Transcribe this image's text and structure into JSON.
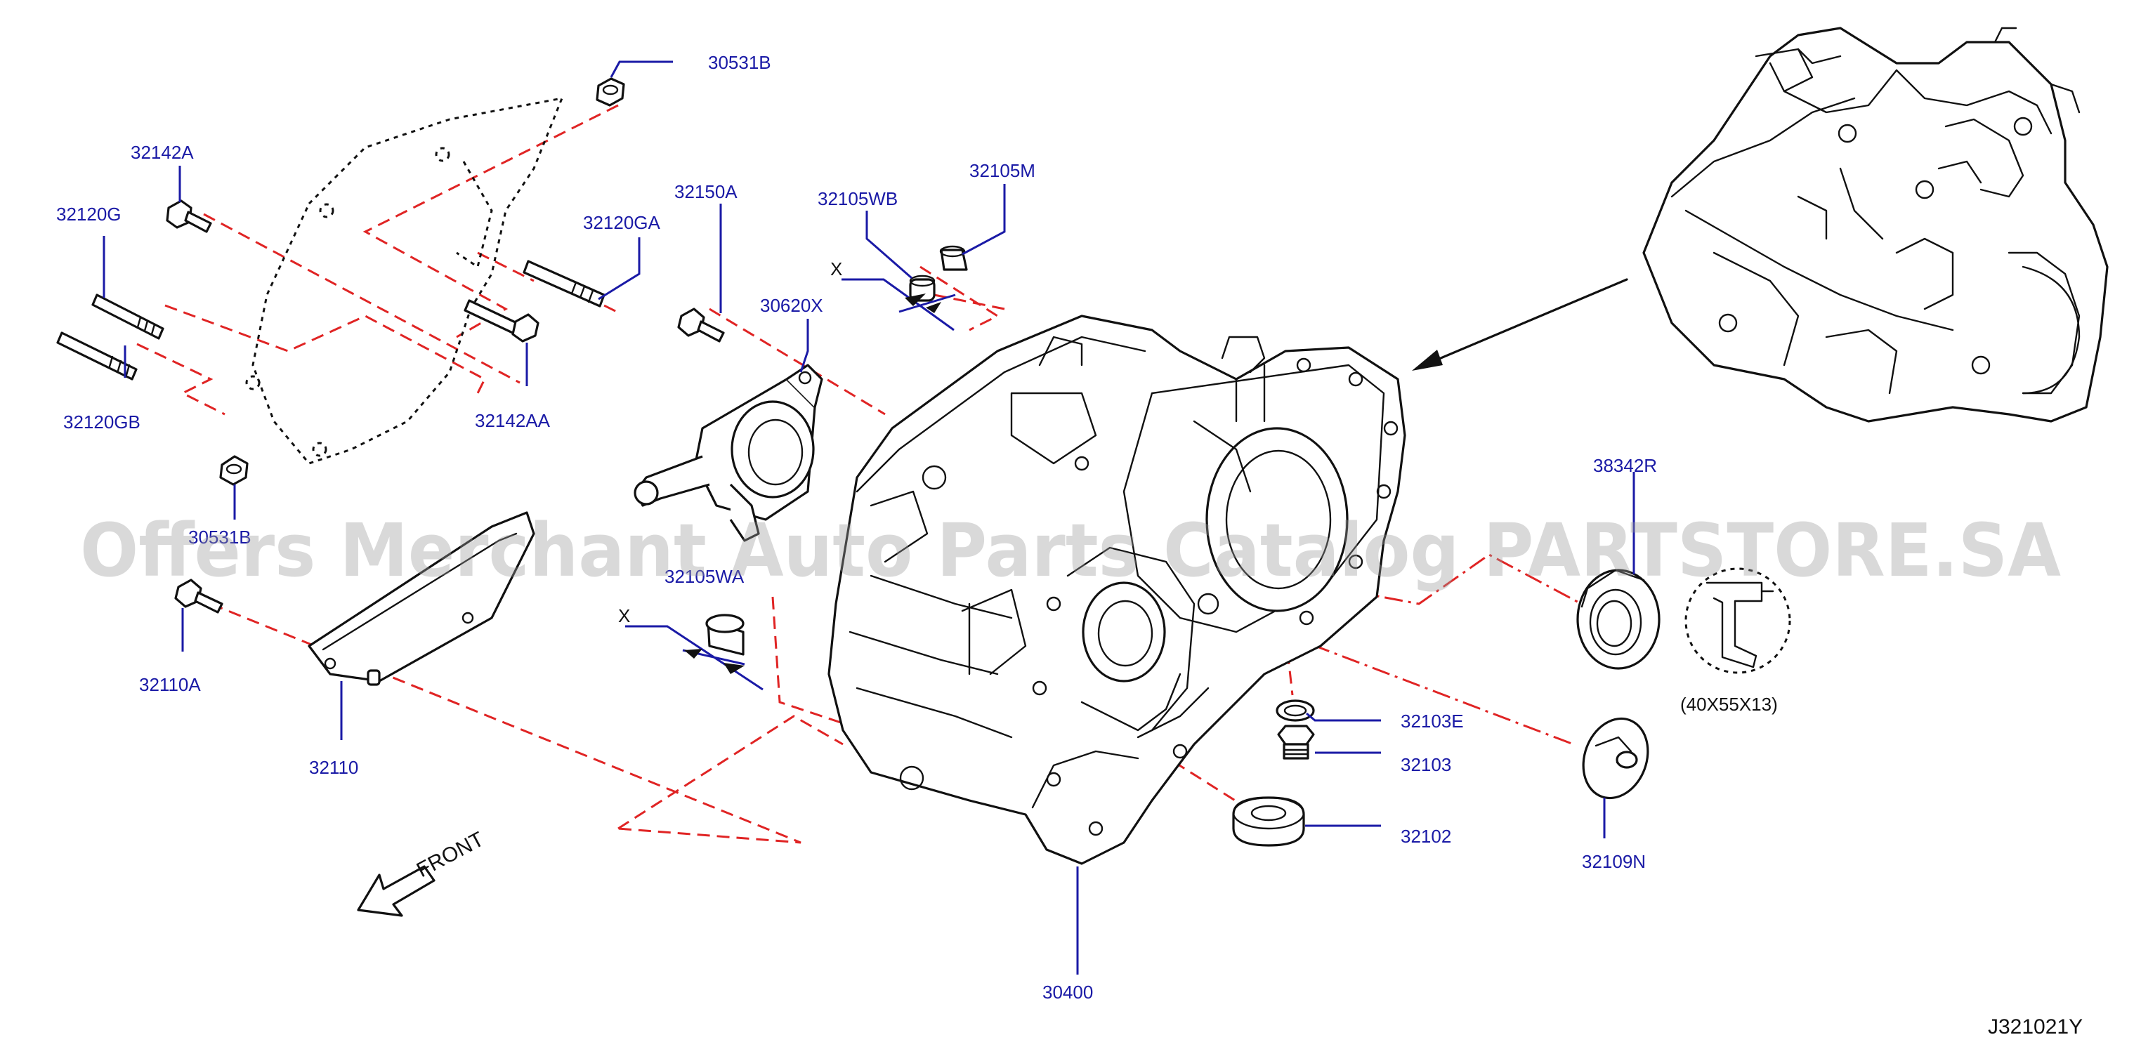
{
  "watermark": "Offers Merchant Auto Parts Catalog PARTSTORE.SA",
  "diagram_code": "J321021Y",
  "front_label": "FRONT",
  "size_note": "(40X55X13)",
  "marker_x": "X",
  "labels": {
    "p30531B": "30531B",
    "p32142A": "32142A",
    "p32120G": "32120G",
    "p32120GA": "32120GA",
    "p32150A": "32150A",
    "p32105WB": "32105WB",
    "p32105M": "32105M",
    "p30620X": "30620X",
    "p32142AA": "32142AA",
    "p32120GB": "32120GB",
    "p30531B_lower": "30531B",
    "p32105WA": "32105WA",
    "p32110A": "32110A",
    "p32110": "32110",
    "p38342R": "38342R",
    "p32103E": "32103E",
    "p32103": "32103",
    "p32102": "32102",
    "p32109N": "32109N",
    "p30400": "30400"
  },
  "colors": {
    "label_blue": "#1a1aa6",
    "line_red": "#e02424",
    "ink": "#111111"
  }
}
